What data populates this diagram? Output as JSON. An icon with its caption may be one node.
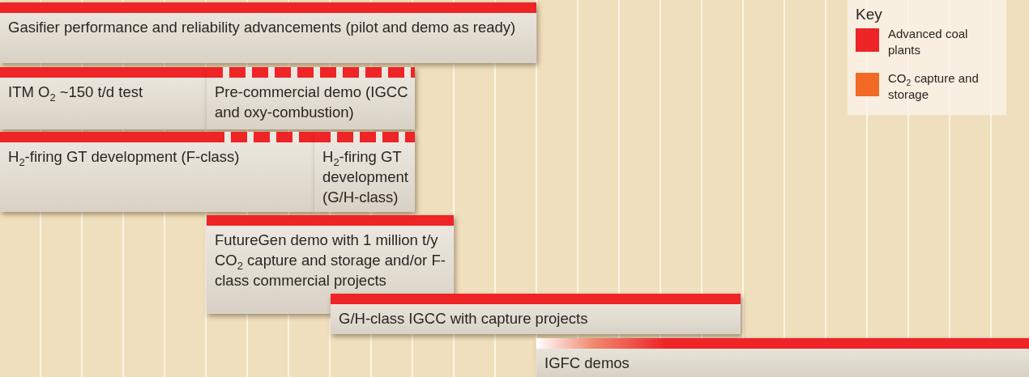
{
  "diagram": {
    "nodes": [
      {
        "text": [
          "Gasifier performance and reliability advancements (pilot and demo as ready)"
        ]
      },
      {
        "text": [
          "ITM O$_{2}$ ~150 t/d test"
        ]
      },
      {
        "text": [
          "Pre-commercial demo (IGCC and oxy-combustion)"
        ]
      },
      {
        "text": [
          "H$_{2}$-firing GT development (F-class)"
        ]
      },
      {
        "text": [
          "H$_{2}$-firing GT development (G/H-class)"
        ]
      },
      {
        "text": [
          "FutureGen demo with 1 million t/y CO$_{2}$ capture and storage and/or F-class commercial projects"
        ]
      },
      {
        "text": [
          "G/H-class IGCC with capture projects"
        ]
      },
      {
        "text": [
          "IGFC demos"
        ]
      }
    ],
    "labels": [
      "Key"
    ],
    "legend": [
      {
        "text": "Advanced coal plants",
        "color": "#ee2427"
      },
      {
        "text": "CO$_{2}$ capture and storage",
        "color": "#f26a24"
      }
    ]
  }
}
